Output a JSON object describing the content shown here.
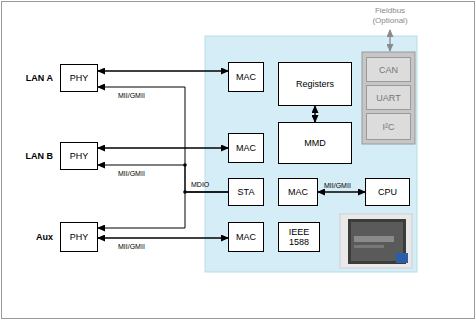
{
  "diagram": {
    "nodes": [
      {
        "text": [
          "LAN A",
          "PHY"
        ]
      },
      {
        "text": [
          "MAC"
        ]
      },
      {
        "text": [
          "Registers"
        ]
      },
      {
        "text": [
          "CAN"
        ]
      },
      {
        "text": [
          "UART"
        ]
      },
      {
        "text": [
          "I²C"
        ]
      },
      {
        "text": [
          "LAN B",
          "PHY"
        ]
      },
      {
        "text": [
          "MAC"
        ]
      },
      {
        "text": [
          "MMD"
        ]
      },
      {
        "text": [
          "STA"
        ]
      },
      {
        "text": [
          "MAC"
        ]
      },
      {
        "text": [
          "CPU"
        ]
      },
      {
        "text": [
          "Aux",
          "PHY"
        ]
      },
      {
        "text": [
          "MAC"
        ]
      },
      {
        "text": [
          "IEEE 1588"
        ]
      }
    ],
    "edges": [
      {
        "from": 0,
        "to": 1,
        "arrow": "both",
        "label": "MII/GMII"
      },
      {
        "from": 6,
        "to": 7,
        "arrow": "both",
        "label": "MII/GMII"
      },
      {
        "from": 12,
        "to": 13,
        "arrow": "both",
        "label": "MII/GMII"
      },
      {
        "from": 9,
        "to": 0,
        "arrow": "to"
      },
      {
        "from": 9,
        "to": 6,
        "arrow": "to"
      },
      {
        "from": 9,
        "to": 12,
        "arrow": "to"
      },
      {
        "from": 2,
        "to": 8,
        "arrow": "both"
      },
      {
        "from": 10,
        "to": 11,
        "arrow": "both",
        "label": "MII/GMII"
      }
    ],
    "labels": [
      "Fieldbus (Optional)",
      "MDIO"
    ]
  }
}
